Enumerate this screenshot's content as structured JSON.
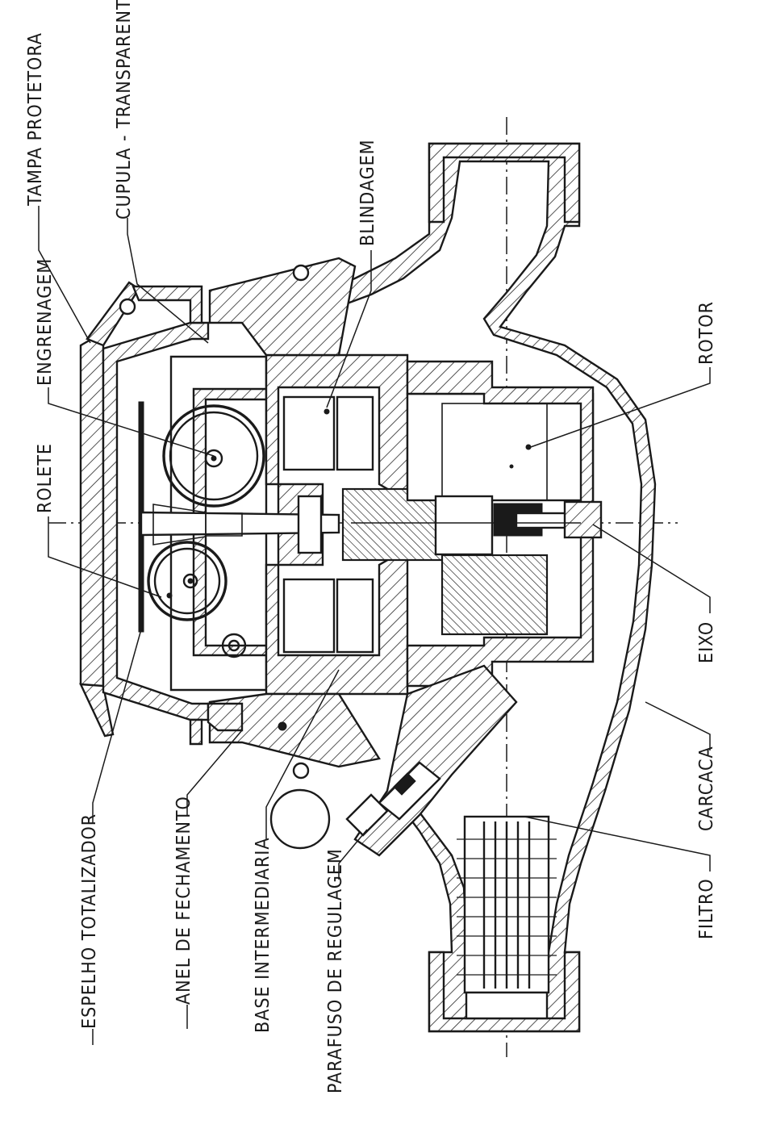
{
  "labels": {
    "tampa_protetora": "TAMPA PROTETORA",
    "cupula_transparente": "CUPULA - TRANSPARENTE",
    "blindagem": "BLINDAGEM",
    "engrenagem": "ENGRENAGEM",
    "rolete": "ROLETE",
    "rotor": "ROTOR",
    "eixo": "EIXO",
    "carcaca": "CARCACA",
    "filtro": "FILTRO",
    "espelho_totalizador": "ESPELHO TOTALIZADOR",
    "anel_de_fechamento": "ANEL DE FECHAMENTO",
    "base_intermediaria": "BASE INTERMEDIARIA",
    "parafuso_de_regulagem": "PARAFUSO DE REGULAGEM"
  }
}
